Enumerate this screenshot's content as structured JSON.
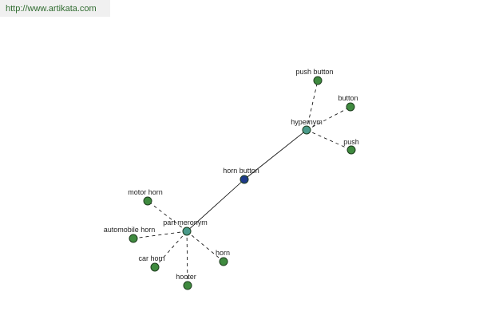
{
  "header": {
    "url": "http://www.artikata.com"
  },
  "colors": {
    "leaf": "#3f8a3f",
    "relation": "#4a9a8a",
    "center": "#1e3a8a"
  },
  "nodes": [
    {
      "id": "horn-button",
      "label": "horn button",
      "kind": "center"
    },
    {
      "id": "hypernym",
      "label": "hypernym",
      "kind": "relation"
    },
    {
      "id": "part-meronym",
      "label": "part meronym",
      "kind": "relation"
    },
    {
      "id": "push-button",
      "label": "push button",
      "kind": "leaf"
    },
    {
      "id": "button",
      "label": "button",
      "kind": "leaf"
    },
    {
      "id": "push",
      "label": "push",
      "kind": "leaf"
    },
    {
      "id": "motor-horn",
      "label": "motor horn",
      "kind": "leaf"
    },
    {
      "id": "automobile-horn",
      "label": "automobile horn",
      "kind": "leaf"
    },
    {
      "id": "car-horn",
      "label": "car horn",
      "kind": "leaf"
    },
    {
      "id": "hooter",
      "label": "hooter",
      "kind": "leaf"
    },
    {
      "id": "horn",
      "label": "horn",
      "kind": "leaf"
    }
  ],
  "edges": [
    {
      "from": "horn-button",
      "to": "hypernym",
      "style": "solid"
    },
    {
      "from": "horn-button",
      "to": "part-meronym",
      "style": "solid"
    },
    {
      "from": "hypernym",
      "to": "push-button",
      "style": "dashed"
    },
    {
      "from": "hypernym",
      "to": "button",
      "style": "dashed"
    },
    {
      "from": "hypernym",
      "to": "push",
      "style": "dashed"
    },
    {
      "from": "part-meronym",
      "to": "motor-horn",
      "style": "dashed"
    },
    {
      "from": "part-meronym",
      "to": "automobile-horn",
      "style": "dashed"
    },
    {
      "from": "part-meronym",
      "to": "car-horn",
      "style": "dashed"
    },
    {
      "from": "part-meronym",
      "to": "hooter",
      "style": "dashed"
    },
    {
      "from": "part-meronym",
      "to": "horn",
      "style": "dashed"
    }
  ]
}
